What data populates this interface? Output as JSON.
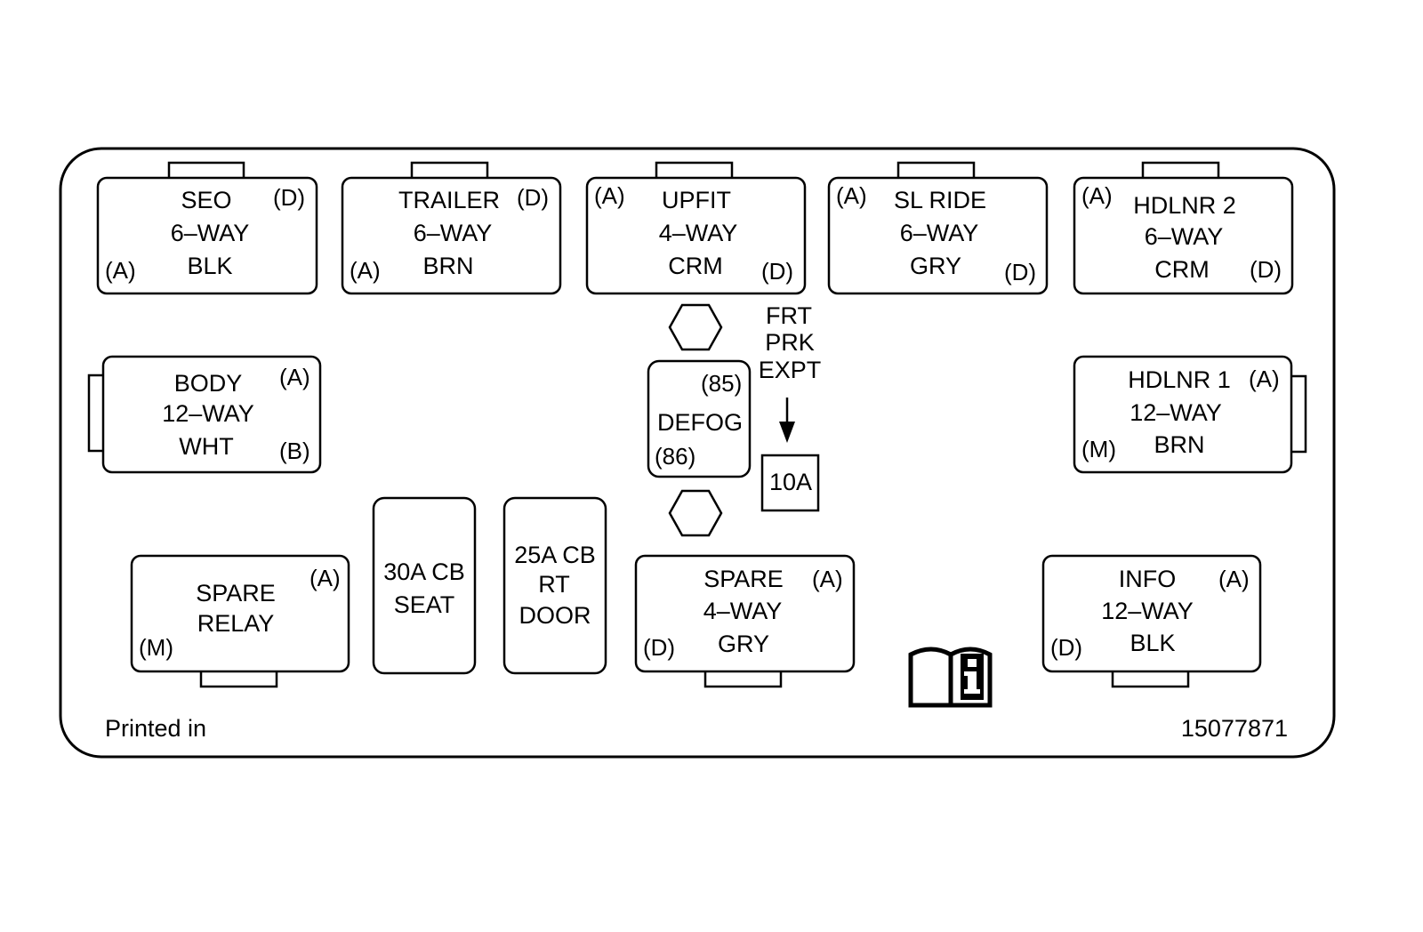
{
  "connectors": {
    "seo": {
      "l1": "SEO",
      "l2": "6–WAY",
      "l3": "BLK",
      "pinA": "(A)",
      "pinB": "(D)"
    },
    "trailer": {
      "l1": "TRAILER",
      "l2": "6–WAY",
      "l3": "BRN",
      "pinA": "(A)",
      "pinB": "(D)"
    },
    "upfit": {
      "l1": "UPFIT",
      "l2": "4–WAY",
      "l3": "CRM",
      "pinA": "(A)",
      "pinB": "(D)"
    },
    "sl_ride": {
      "l1": "SL RIDE",
      "l2": "6–WAY",
      "l3": "GRY",
      "pinA": "(A)",
      "pinB": "(D)"
    },
    "hdlnr2": {
      "l1": "HDLNR 2",
      "l2": "6–WAY",
      "l3": "CRM",
      "pinA": "(A)",
      "pinB": "(D)"
    },
    "body": {
      "l1": "BODY",
      "l2": "12–WAY",
      "l3": "WHT",
      "pinA": "(A)",
      "pinB": "(B)"
    },
    "hdlnr1": {
      "l1": "HDLNR 1",
      "l2": "12–WAY",
      "l3": "BRN",
      "pinA": "(A)",
      "pinB": "(M)"
    },
    "spare_4way": {
      "l1": "SPARE",
      "l2": "4–WAY",
      "l3": "GRY",
      "pinA": "(A)",
      "pinB": "(D)"
    },
    "info": {
      "l1": "INFO",
      "l2": "12–WAY",
      "l3": "BLK",
      "pinA": "(A)",
      "pinB": "(D)"
    }
  },
  "spare_relay": {
    "l1": "SPARE",
    "l2": "RELAY",
    "pinA": "(A)",
    "pinB": "(M)"
  },
  "defog": {
    "label": "DEFOG",
    "pin85": "(85)",
    "pin86": "(86)"
  },
  "frt_prk_expt": {
    "l1": "FRT",
    "l2": "PRK",
    "l3": "EXPT"
  },
  "fuse_10a": "10A",
  "cb_seat": {
    "l1": "30A CB",
    "l2": "SEAT"
  },
  "cb_door": {
    "l1": "25A CB",
    "l2": "RT",
    "l3": "DOOR"
  },
  "footer": {
    "printed": "Printed in",
    "part_number": "15077871"
  },
  "icons": {
    "manual": "info-manual-icon"
  }
}
